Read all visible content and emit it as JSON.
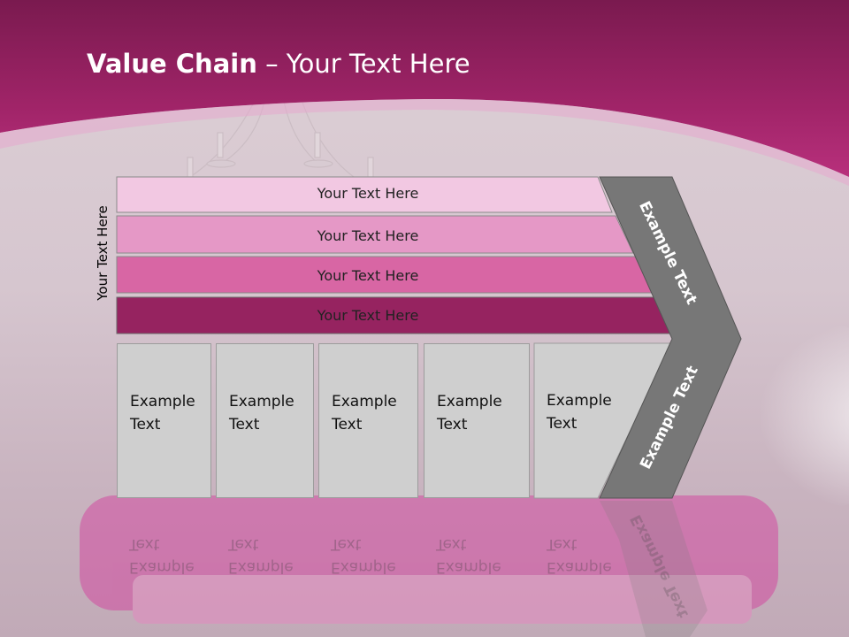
{
  "slide": {
    "title_bold": "Value Chain",
    "title_rest": " – Your Text Here",
    "side_label": "Your Text Here"
  },
  "bars": [
    {
      "label": "Your Text Here",
      "color": "#f2c8e2"
    },
    {
      "label": "Your Text Here",
      "color": "#e598c6"
    },
    {
      "label": "Your Text Here",
      "color": "#d866a4"
    },
    {
      "label": "Your Text Here",
      "color": "#962360"
    }
  ],
  "columns": [
    {
      "line1": "Example",
      "line2": "Text"
    },
    {
      "line1": "Example",
      "line2": "Text"
    },
    {
      "line1": "Example",
      "line2": "Text"
    },
    {
      "line1": "Example",
      "line2": "Text"
    },
    {
      "line1": "Example",
      "line2": "Text"
    }
  ],
  "arrow": {
    "upper_label": "Example Text",
    "lower_label": "Example Text",
    "color": "#777777"
  },
  "colors": {
    "header": "#9b2065",
    "header_light": "#b12f78",
    "column_fill": "#cfcfcf"
  }
}
